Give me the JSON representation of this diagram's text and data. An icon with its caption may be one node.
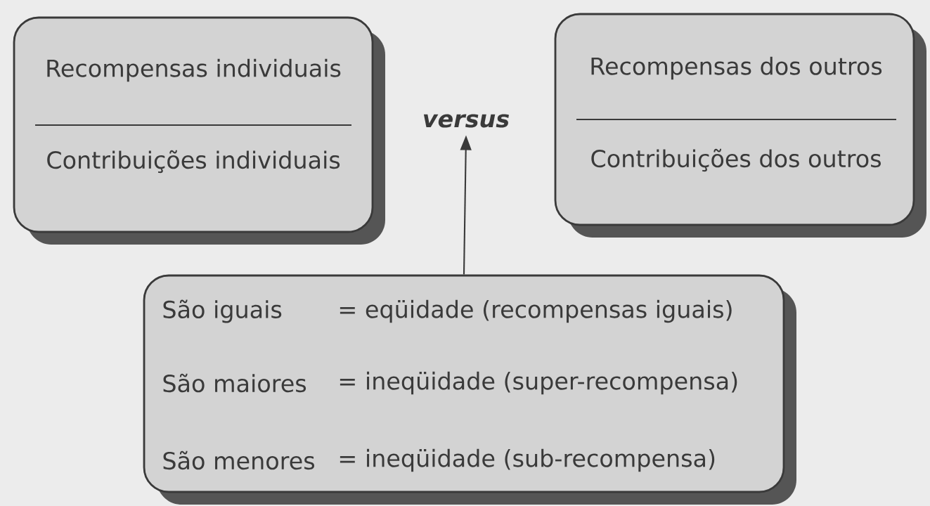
{
  "diagram": {
    "nodes": [
      {
        "text": [
          "Recompensas individuais",
          "Contribuições individuais"
        ]
      },
      {
        "text": [
          "*versus*"
        ]
      },
      {
        "text": [
          "Recompensas dos outros",
          "Contribuições dos outros"
        ]
      },
      {
        "text": [
          "São iguais",
          "= eqüidade (recompensas iguais)",
          "São maiores",
          "= ineqüidade (super-recompensa)",
          "São menores",
          "= ineqüidade (sub-recompensa)"
        ]
      }
    ],
    "edges": [
      {
        "from": 3,
        "to": 1,
        "arrow": "to"
      }
    ]
  }
}
